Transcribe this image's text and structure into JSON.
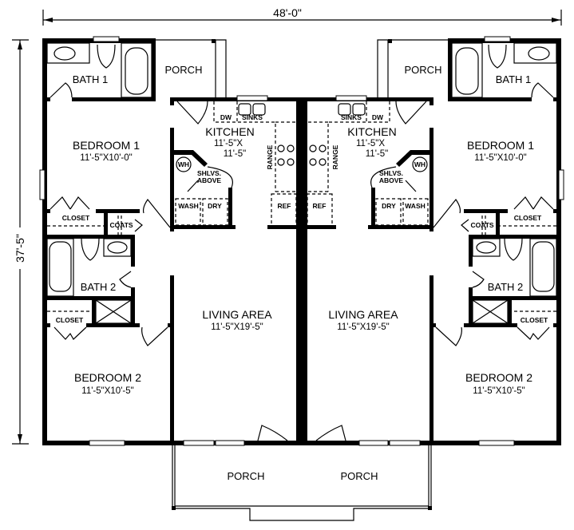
{
  "dimensions": {
    "overall_width": "48'-0\"",
    "overall_depth": "37'-5\""
  },
  "units": [
    {
      "bath1": "BATH 1",
      "porch_rear": "PORCH",
      "bedroom1": {
        "name": "BEDROOM 1",
        "size": "11'-5\"X10'-0\""
      },
      "kitchen": {
        "name": "KITCHEN",
        "size_line1": "11'-5\"X",
        "size_line2": "11'-5\""
      },
      "dw": "DW",
      "sinks": "SINKS",
      "range": "RANGE",
      "wh": "WH",
      "shelves_line1": "SHLVS.",
      "shelves_line2": "ABOVE",
      "wash": "WASH",
      "dry": "DRY",
      "ref": "REF",
      "closet1": "CLOSET",
      "coats": "COATS",
      "bath2": "BATH 2",
      "closet2": "CLOSET",
      "living": {
        "name": "LIVING AREA",
        "size": "11'-5\"X19'-5\""
      },
      "bedroom2": {
        "name": "BEDROOM 2",
        "size": "11'-5\"X10'-5\""
      },
      "porch_front": "PORCH"
    },
    {
      "bath1": "BATH 1",
      "porch_rear": "PORCH",
      "bedroom1": {
        "name": "BEDROOM 1",
        "size": "11'-5\"X10'-0\""
      },
      "kitchen": {
        "name": "KITCHEN",
        "size_line1": "11'-5\"X",
        "size_line2": "11'-5\""
      },
      "dw": "DW",
      "sinks": "SINKS",
      "range": "RANGE",
      "wh": "WH",
      "shelves_line1": "SHLVS.",
      "shelves_line2": "ABOVE",
      "wash": "WASH",
      "dry": "DRY",
      "ref": "REF",
      "closet1": "CLOSET",
      "coats": "COATS",
      "bath2": "BATH 2",
      "closet2": "CLOSET",
      "living": {
        "name": "LIVING AREA",
        "size": "11'-5\"X19'-5\""
      },
      "bedroom2": {
        "name": "BEDROOM 2",
        "size": "11'-5\"X10'-5\""
      },
      "porch_front": "PORCH"
    }
  ]
}
